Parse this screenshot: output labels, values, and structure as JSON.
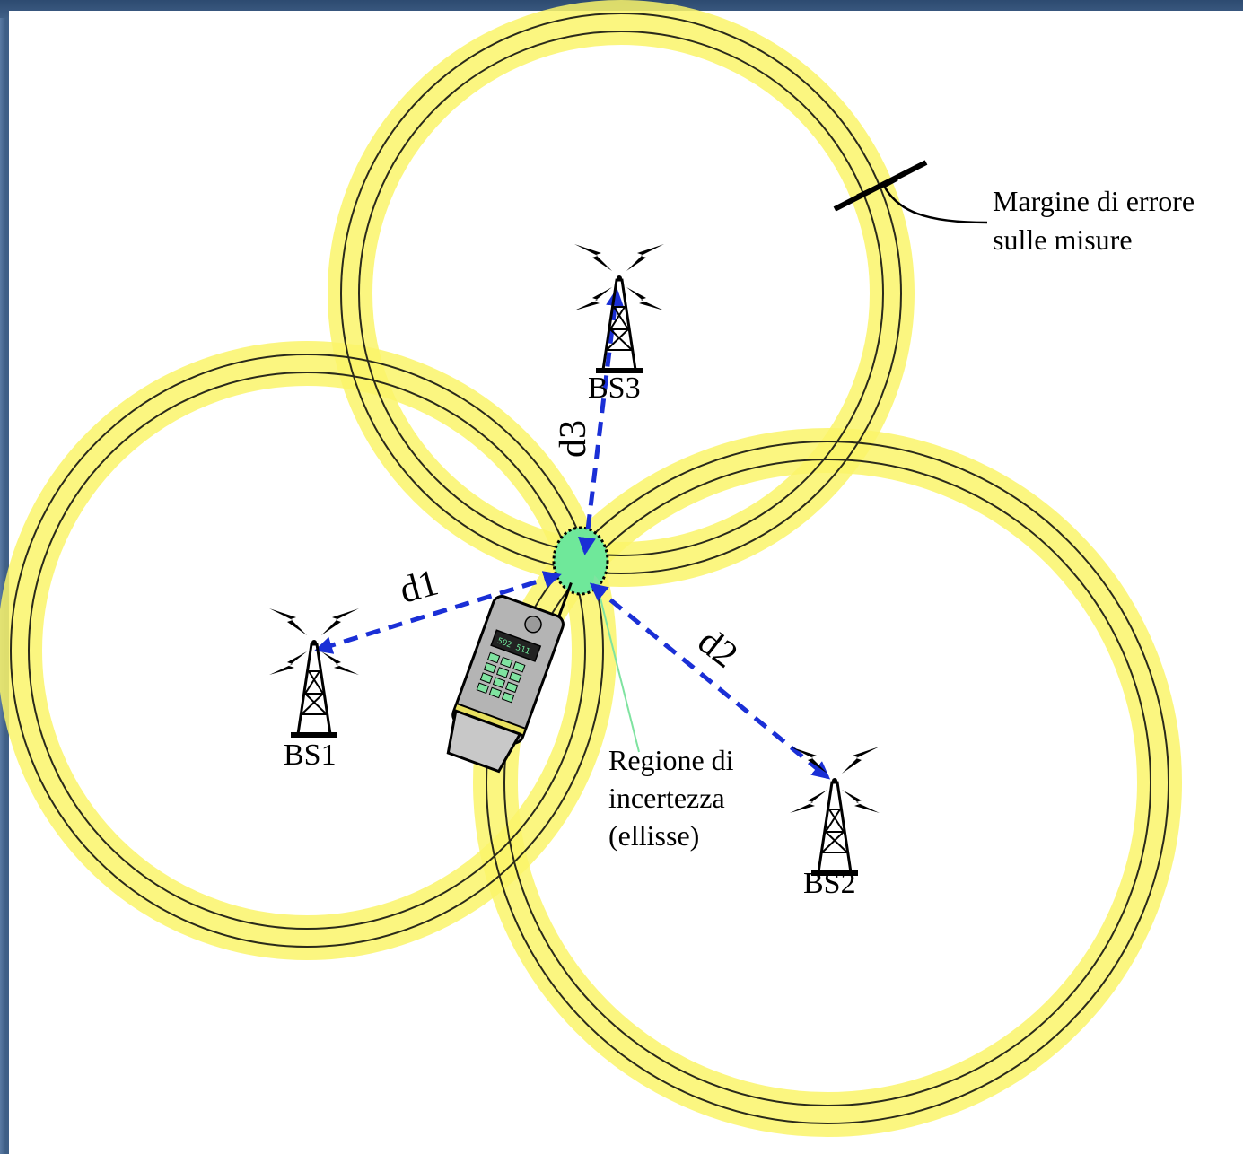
{
  "labels": {
    "bs1": "BS1",
    "bs2": "BS2",
    "bs3": "BS3",
    "d1": "d1",
    "d2": "d2",
    "d3": "d3",
    "margin_line1": "Margine di errore",
    "margin_line2": "sulle misure",
    "region_line1": "Regione di",
    "region_line2": "incertezza",
    "region_line3": "(ellisse)"
  },
  "colors": {
    "background": "#3f5f86",
    "ring": "#faf56a",
    "distance_arrow": "#1a2fd6",
    "uncertainty_region": "#6fe89a",
    "region_pointer": "#7fe3a0"
  },
  "icons": [
    "antenna-tower-icon",
    "mobile-phone-icon"
  ]
}
